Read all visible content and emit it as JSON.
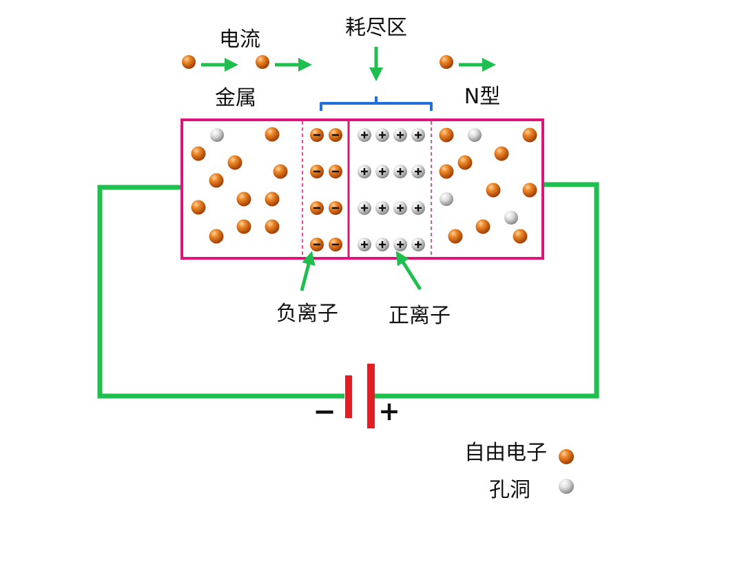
{
  "labels": {
    "current": "电流",
    "depletion_region": "耗尽区",
    "metal": "金属",
    "n_type": "N型",
    "negative_ion": "负离子",
    "positive_ion": "正离子",
    "battery_minus": "−",
    "battery_plus": "+"
  },
  "legend": {
    "electron": "自由电子",
    "hole": "孔洞"
  },
  "colors": {
    "box_outline": "#e0137a",
    "wire": "#1fbf4f",
    "arrow": "#1fbf4f",
    "bracket": "#1f6fd6",
    "battery": "#e51c23",
    "electron": "#d8600e",
    "hole": "#c8c8c8"
  }
}
